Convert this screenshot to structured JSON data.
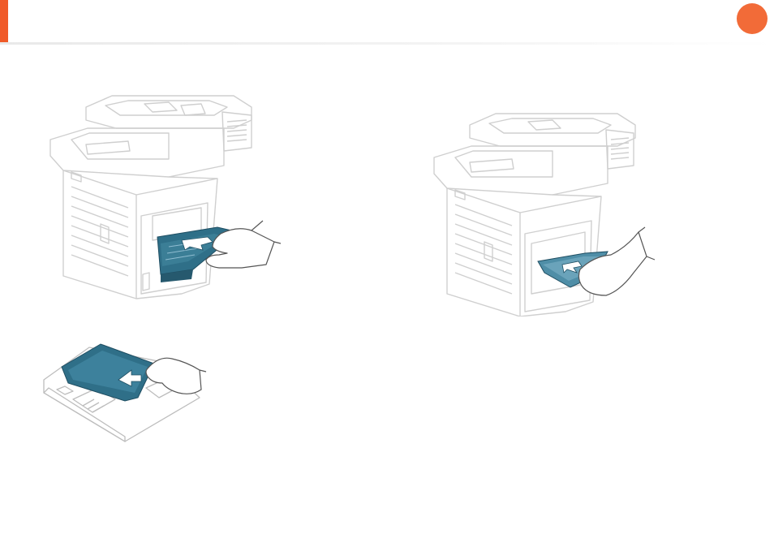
{
  "header": {
    "accent_color": "#f05a28",
    "badge_color": "#f26b38",
    "page_number_badge": ""
  },
  "colors": {
    "line": "#cfcfcf",
    "paper_teal": "#2f6f88",
    "paper_teal_light": "#6fa7bd"
  },
  "illustrations": [
    {
      "name": "printer-rear-duplex-unit-removal"
    },
    {
      "name": "printer-rear-paper-jam-removal"
    },
    {
      "name": "duplex-unit-paper-removal"
    }
  ]
}
